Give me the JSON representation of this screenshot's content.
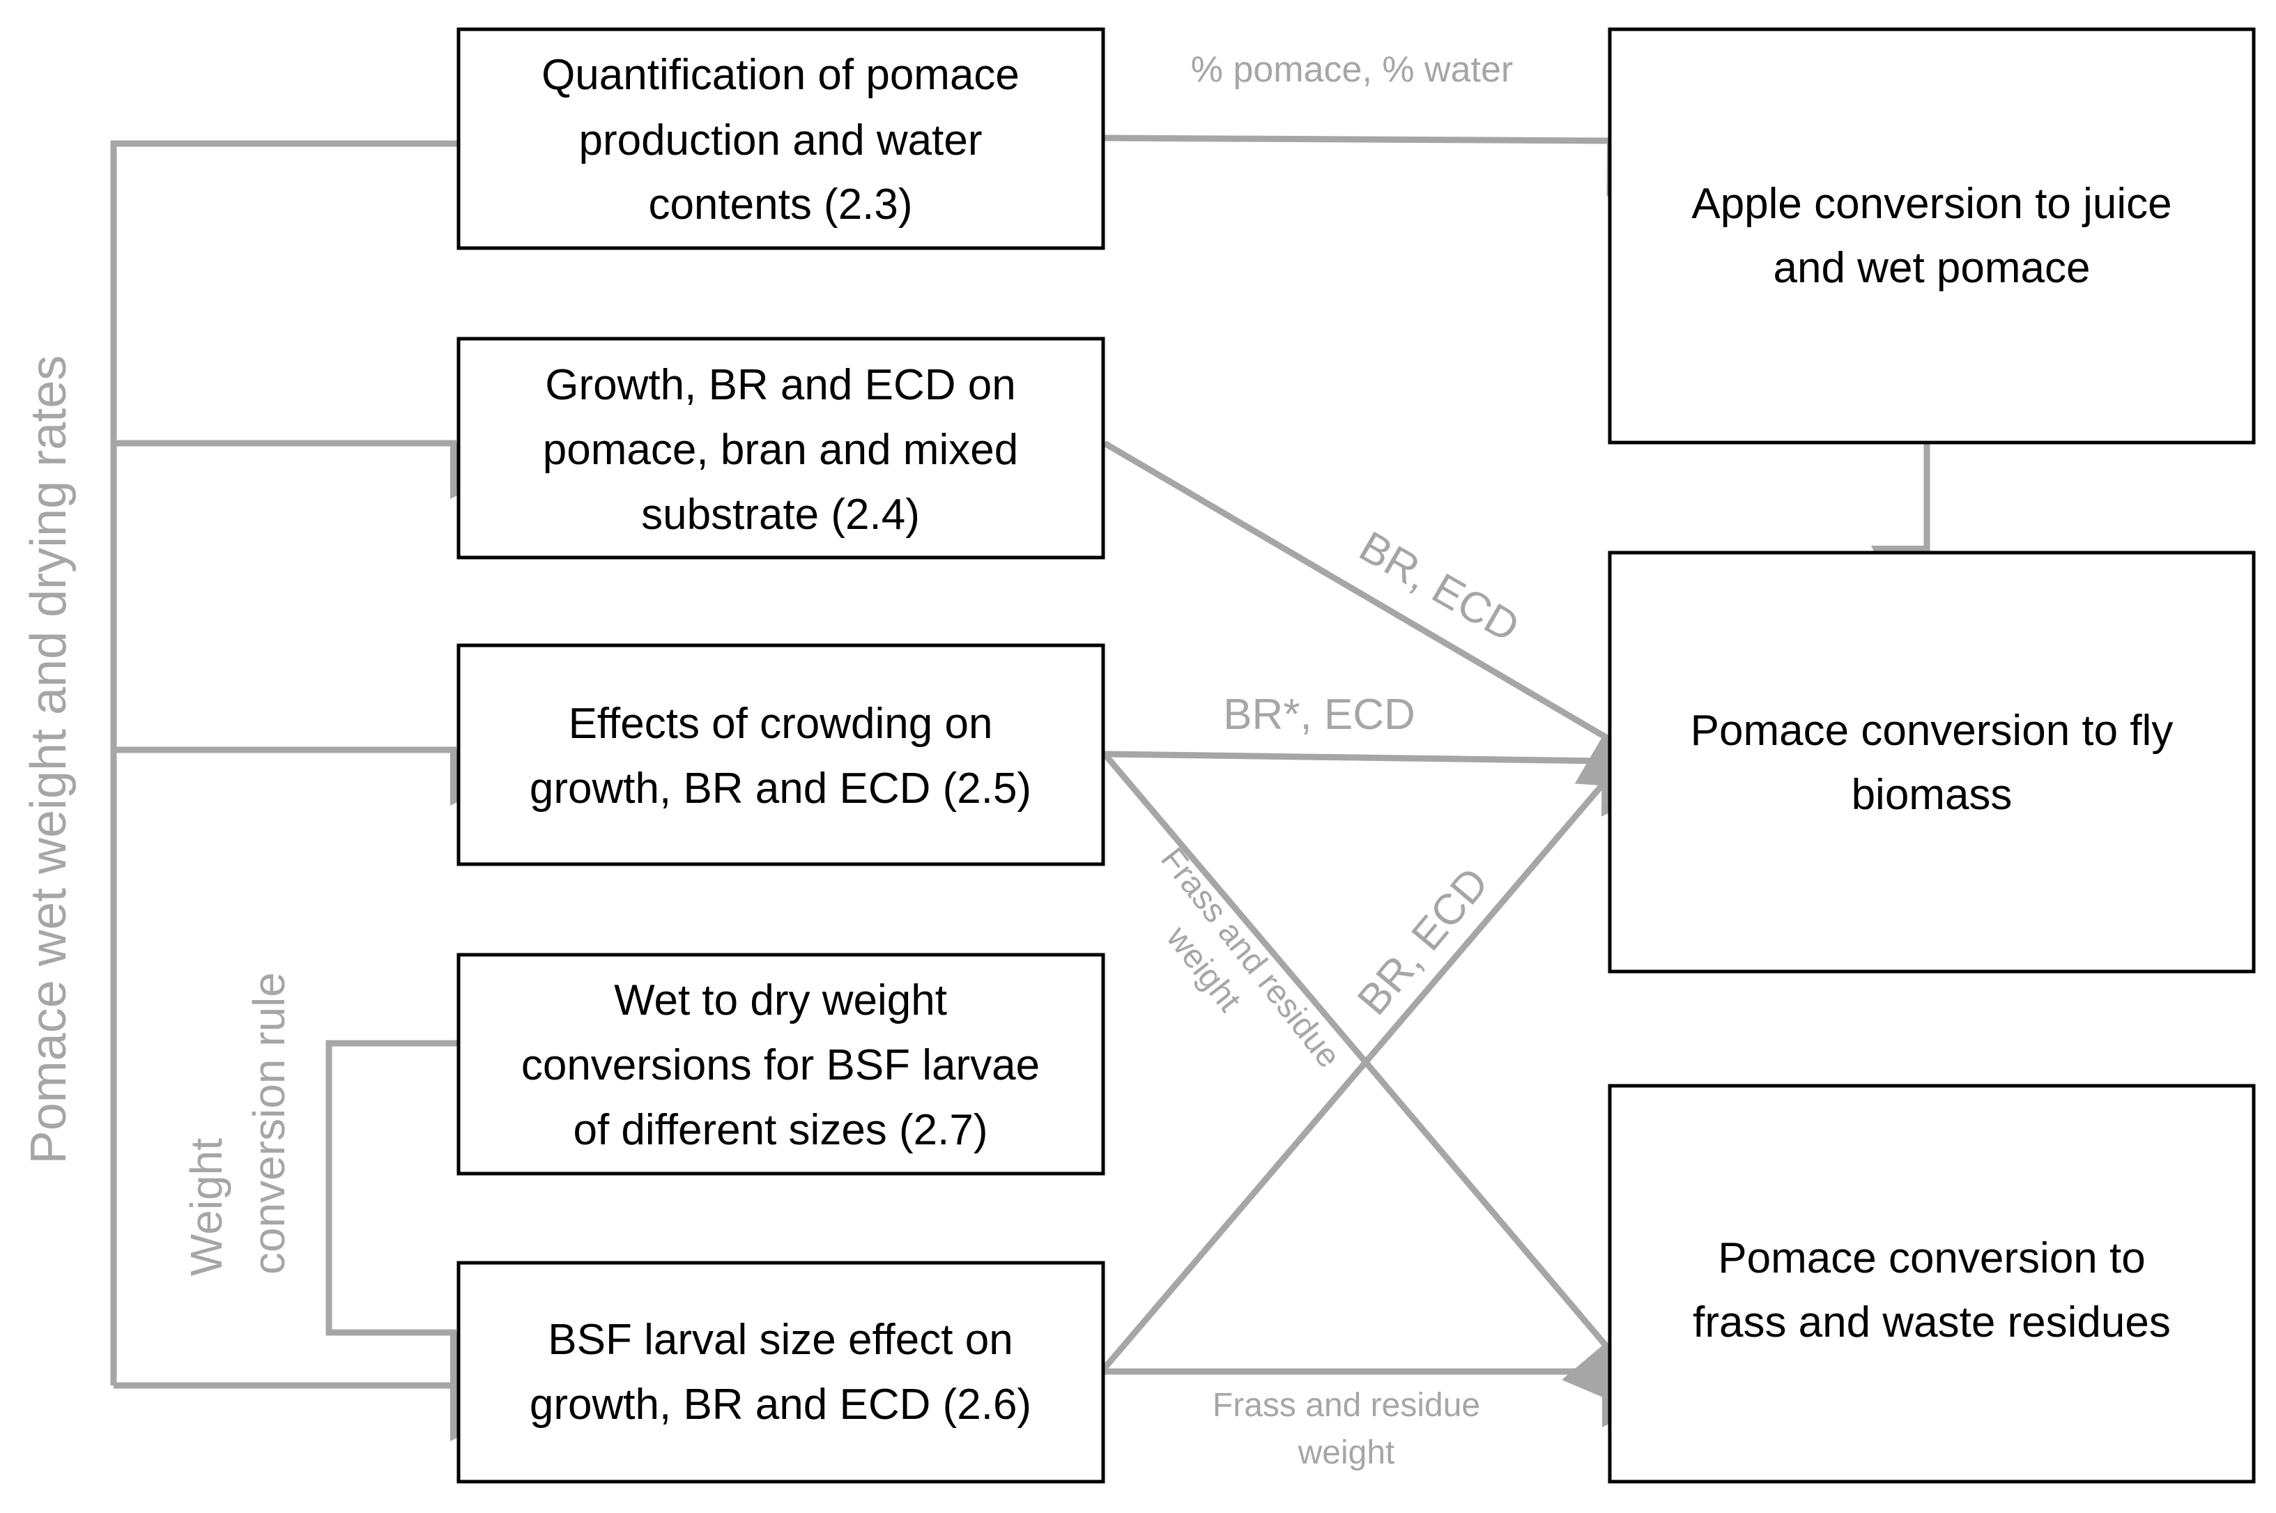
{
  "colors": {
    "arrow": "#a6a6a6",
    "box_border": "#000000",
    "text": "#000000",
    "label": "#a6a6a6"
  },
  "side_labels": {
    "pomace_wet_weight": "Pomace wet weight and drying rates",
    "weight_conversion_line1": "Weight",
    "weight_conversion_line2": "conversion rule"
  },
  "boxes": {
    "quantification": {
      "line1": "Quantification of pomace",
      "line2": "production and water",
      "line3": "contents (2.3)"
    },
    "growth_substrate": {
      "line1": "Growth, BR and ECD on",
      "line2": "pomace, bran and mixed",
      "line3": "substrate (2.4)"
    },
    "crowding": {
      "line1": "Effects of crowding on",
      "line2": "growth, BR and ECD (2.5)"
    },
    "wet_dry": {
      "line1": "Wet to dry weight",
      "line2": "conversions for BSF larvae",
      "line3": "of different sizes (2.7)"
    },
    "larval_size": {
      "line1": "BSF larval size effect on",
      "line2": "growth, BR and ECD (2.6)"
    },
    "apple_conversion": {
      "line1": "Apple conversion to juice",
      "line2": "and wet pomace"
    },
    "fly_biomass": {
      "line1": "Pomace conversion to fly",
      "line2": "biomass"
    },
    "frass_waste": {
      "line1": "Pomace conversion to",
      "line2": "frass and waste residues"
    }
  },
  "arrow_labels": {
    "pomace_water": "% pomace, % water",
    "br_ecd_upper": "BR, ECD",
    "br_star_ecd": "BR*, ECD",
    "br_ecd_lower": "BR, ECD",
    "frass_diag_line1": "Frass and residue",
    "frass_diag_line2": "weight",
    "frass_bottom_line1": "Frass and residue",
    "frass_bottom_line2": "weight"
  }
}
